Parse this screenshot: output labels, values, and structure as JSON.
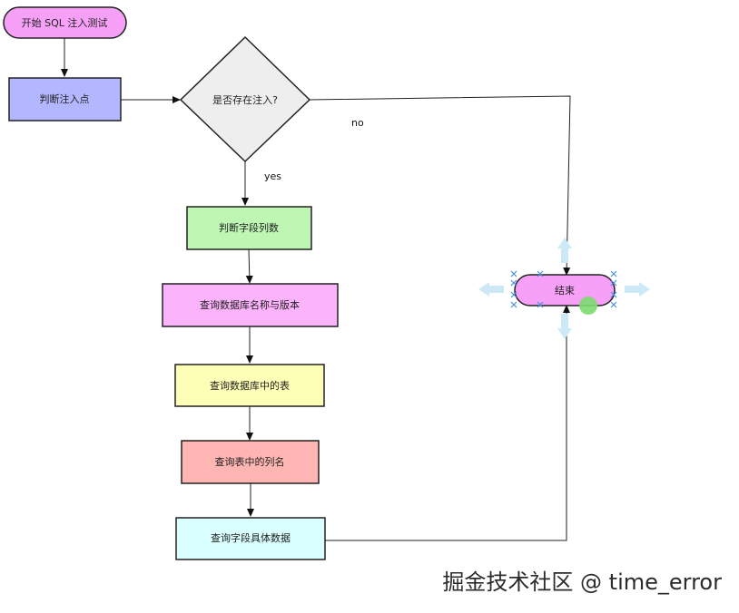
{
  "nodes": {
    "start": {
      "label": "开始 SQL 注入测试",
      "color": "#f7a0f7"
    },
    "judge_point": {
      "label": "判断注入点",
      "color": "#b3b7ff"
    },
    "decision": {
      "label": "是否存在注入?",
      "color": "#eeeeee"
    },
    "col_count": {
      "label": "判断字段列数",
      "color": "#bdf7b3"
    },
    "db_name": {
      "label": "查询数据库名称与版本",
      "color": "#fbb3fb"
    },
    "tables": {
      "label": "查询数据库中的表",
      "color": "#feffb6"
    },
    "columns": {
      "label": "查询表中的列名",
      "color": "#ffb6b3"
    },
    "data": {
      "label": "查询字段具体数据",
      "color": "#d9ffff"
    },
    "end": {
      "label": "结束",
      "color": "#f7a0f7"
    }
  },
  "edges": {
    "yes_label": "yes",
    "no_label": "no"
  },
  "watermark": "掘金技术社区 @ time_error"
}
